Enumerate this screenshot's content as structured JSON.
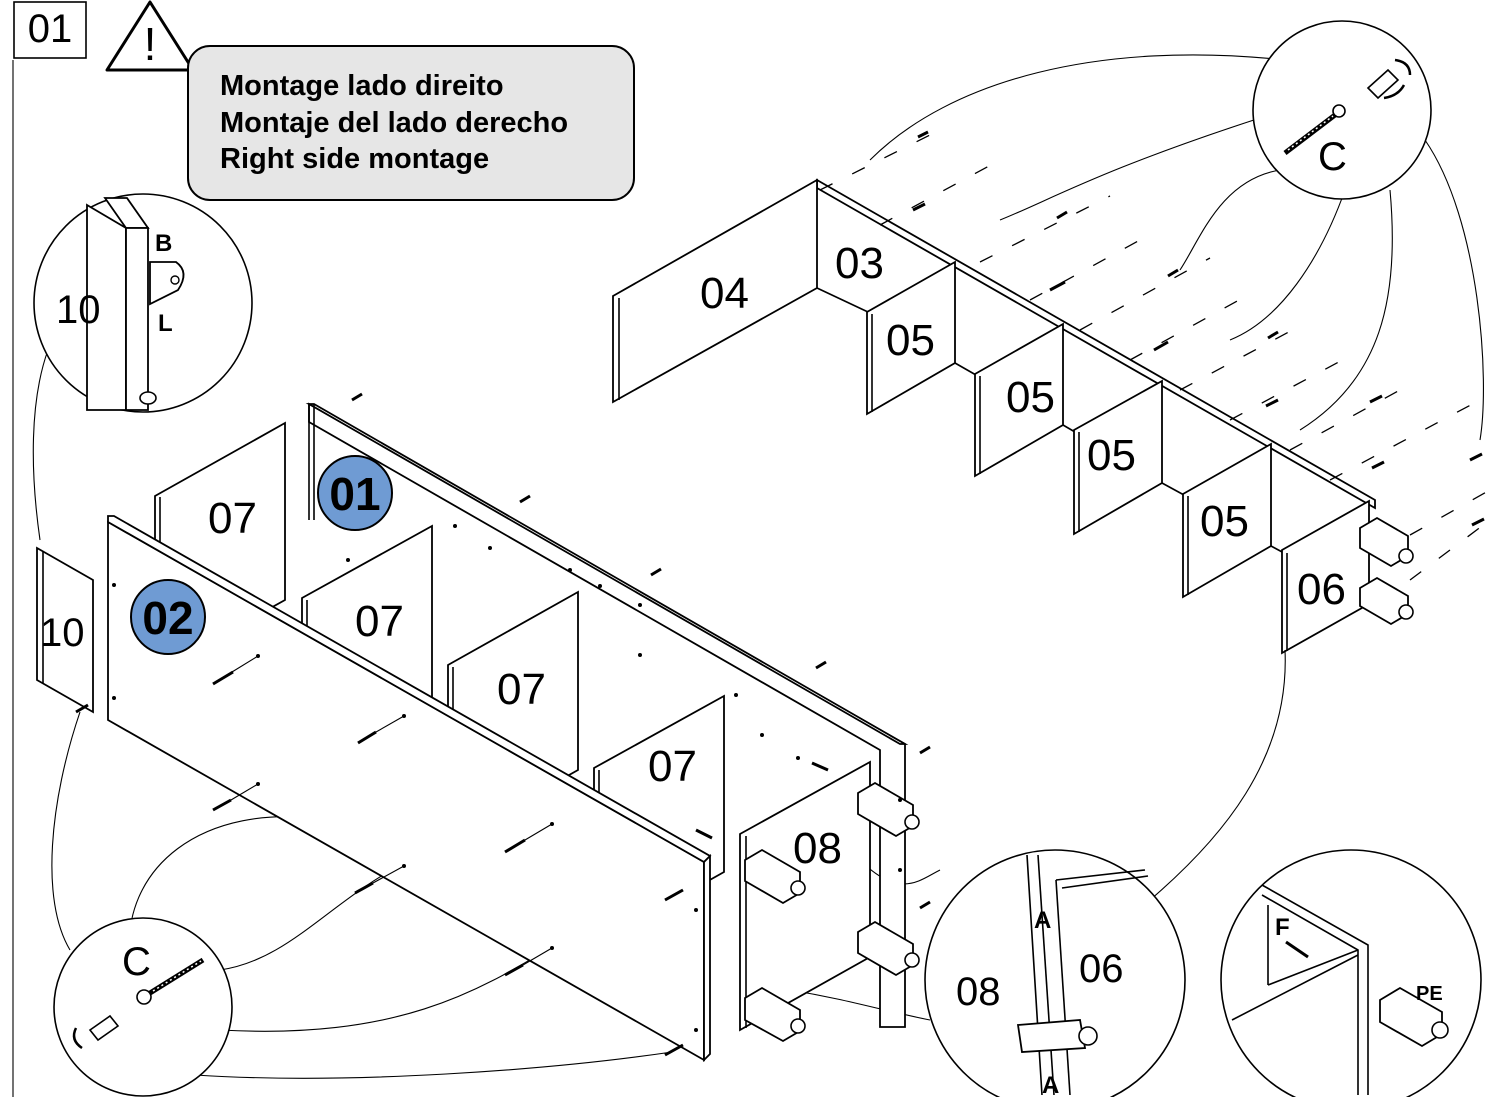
{
  "step": {
    "number": "01"
  },
  "warning": {
    "icon": "warning-triangle-icon",
    "symbol": "!"
  },
  "note": {
    "lines": [
      "Montage lado direito",
      "Montaje del lado derecho",
      "Right side montage"
    ],
    "background": "#e6e6e6"
  },
  "badges": [
    {
      "label": "01",
      "color": "#6f9bd3"
    },
    {
      "label": "02",
      "color": "#6f9bd3"
    }
  ],
  "panels": {
    "p04": "04",
    "p03": "03",
    "p05a": "05",
    "p05b": "05",
    "p05c": "05",
    "p05d": "05",
    "p06": "06",
    "p07a": "07",
    "p07b": "07",
    "p07c": "07",
    "p07d": "07",
    "p08": "08",
    "p10": "10"
  },
  "details": {
    "hinge": {
      "panel": "10",
      "upper": "B",
      "lower": "L"
    },
    "screw_top": {
      "label": "C"
    },
    "screw_bottom": {
      "label": "C"
    },
    "joint": {
      "left": "08",
      "right": "06",
      "top_marker": "A",
      "bottom_marker": "A"
    },
    "foot": {
      "screw": "F",
      "foot": "PE"
    }
  }
}
